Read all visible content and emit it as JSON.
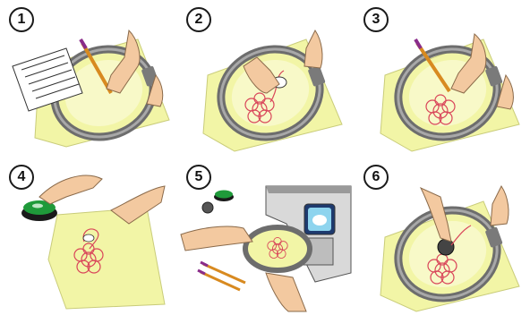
{
  "steps": [
    {
      "number": "1"
    },
    {
      "number": "2"
    },
    {
      "number": "3"
    },
    {
      "number": "4"
    },
    {
      "number": "5"
    },
    {
      "number": "6"
    }
  ],
  "colors": {
    "fabric": "#f2f5a6",
    "hoop": "#6e6e6e",
    "hoop_light": "#a9a9a9",
    "skin": "#f3c9a0",
    "stitch": "#d9465a",
    "button_green": "#1f9a3a"
  },
  "icons": [
    "pen-icon",
    "hand-icon",
    "hoop-icon",
    "button-icon",
    "machine-icon"
  ]
}
